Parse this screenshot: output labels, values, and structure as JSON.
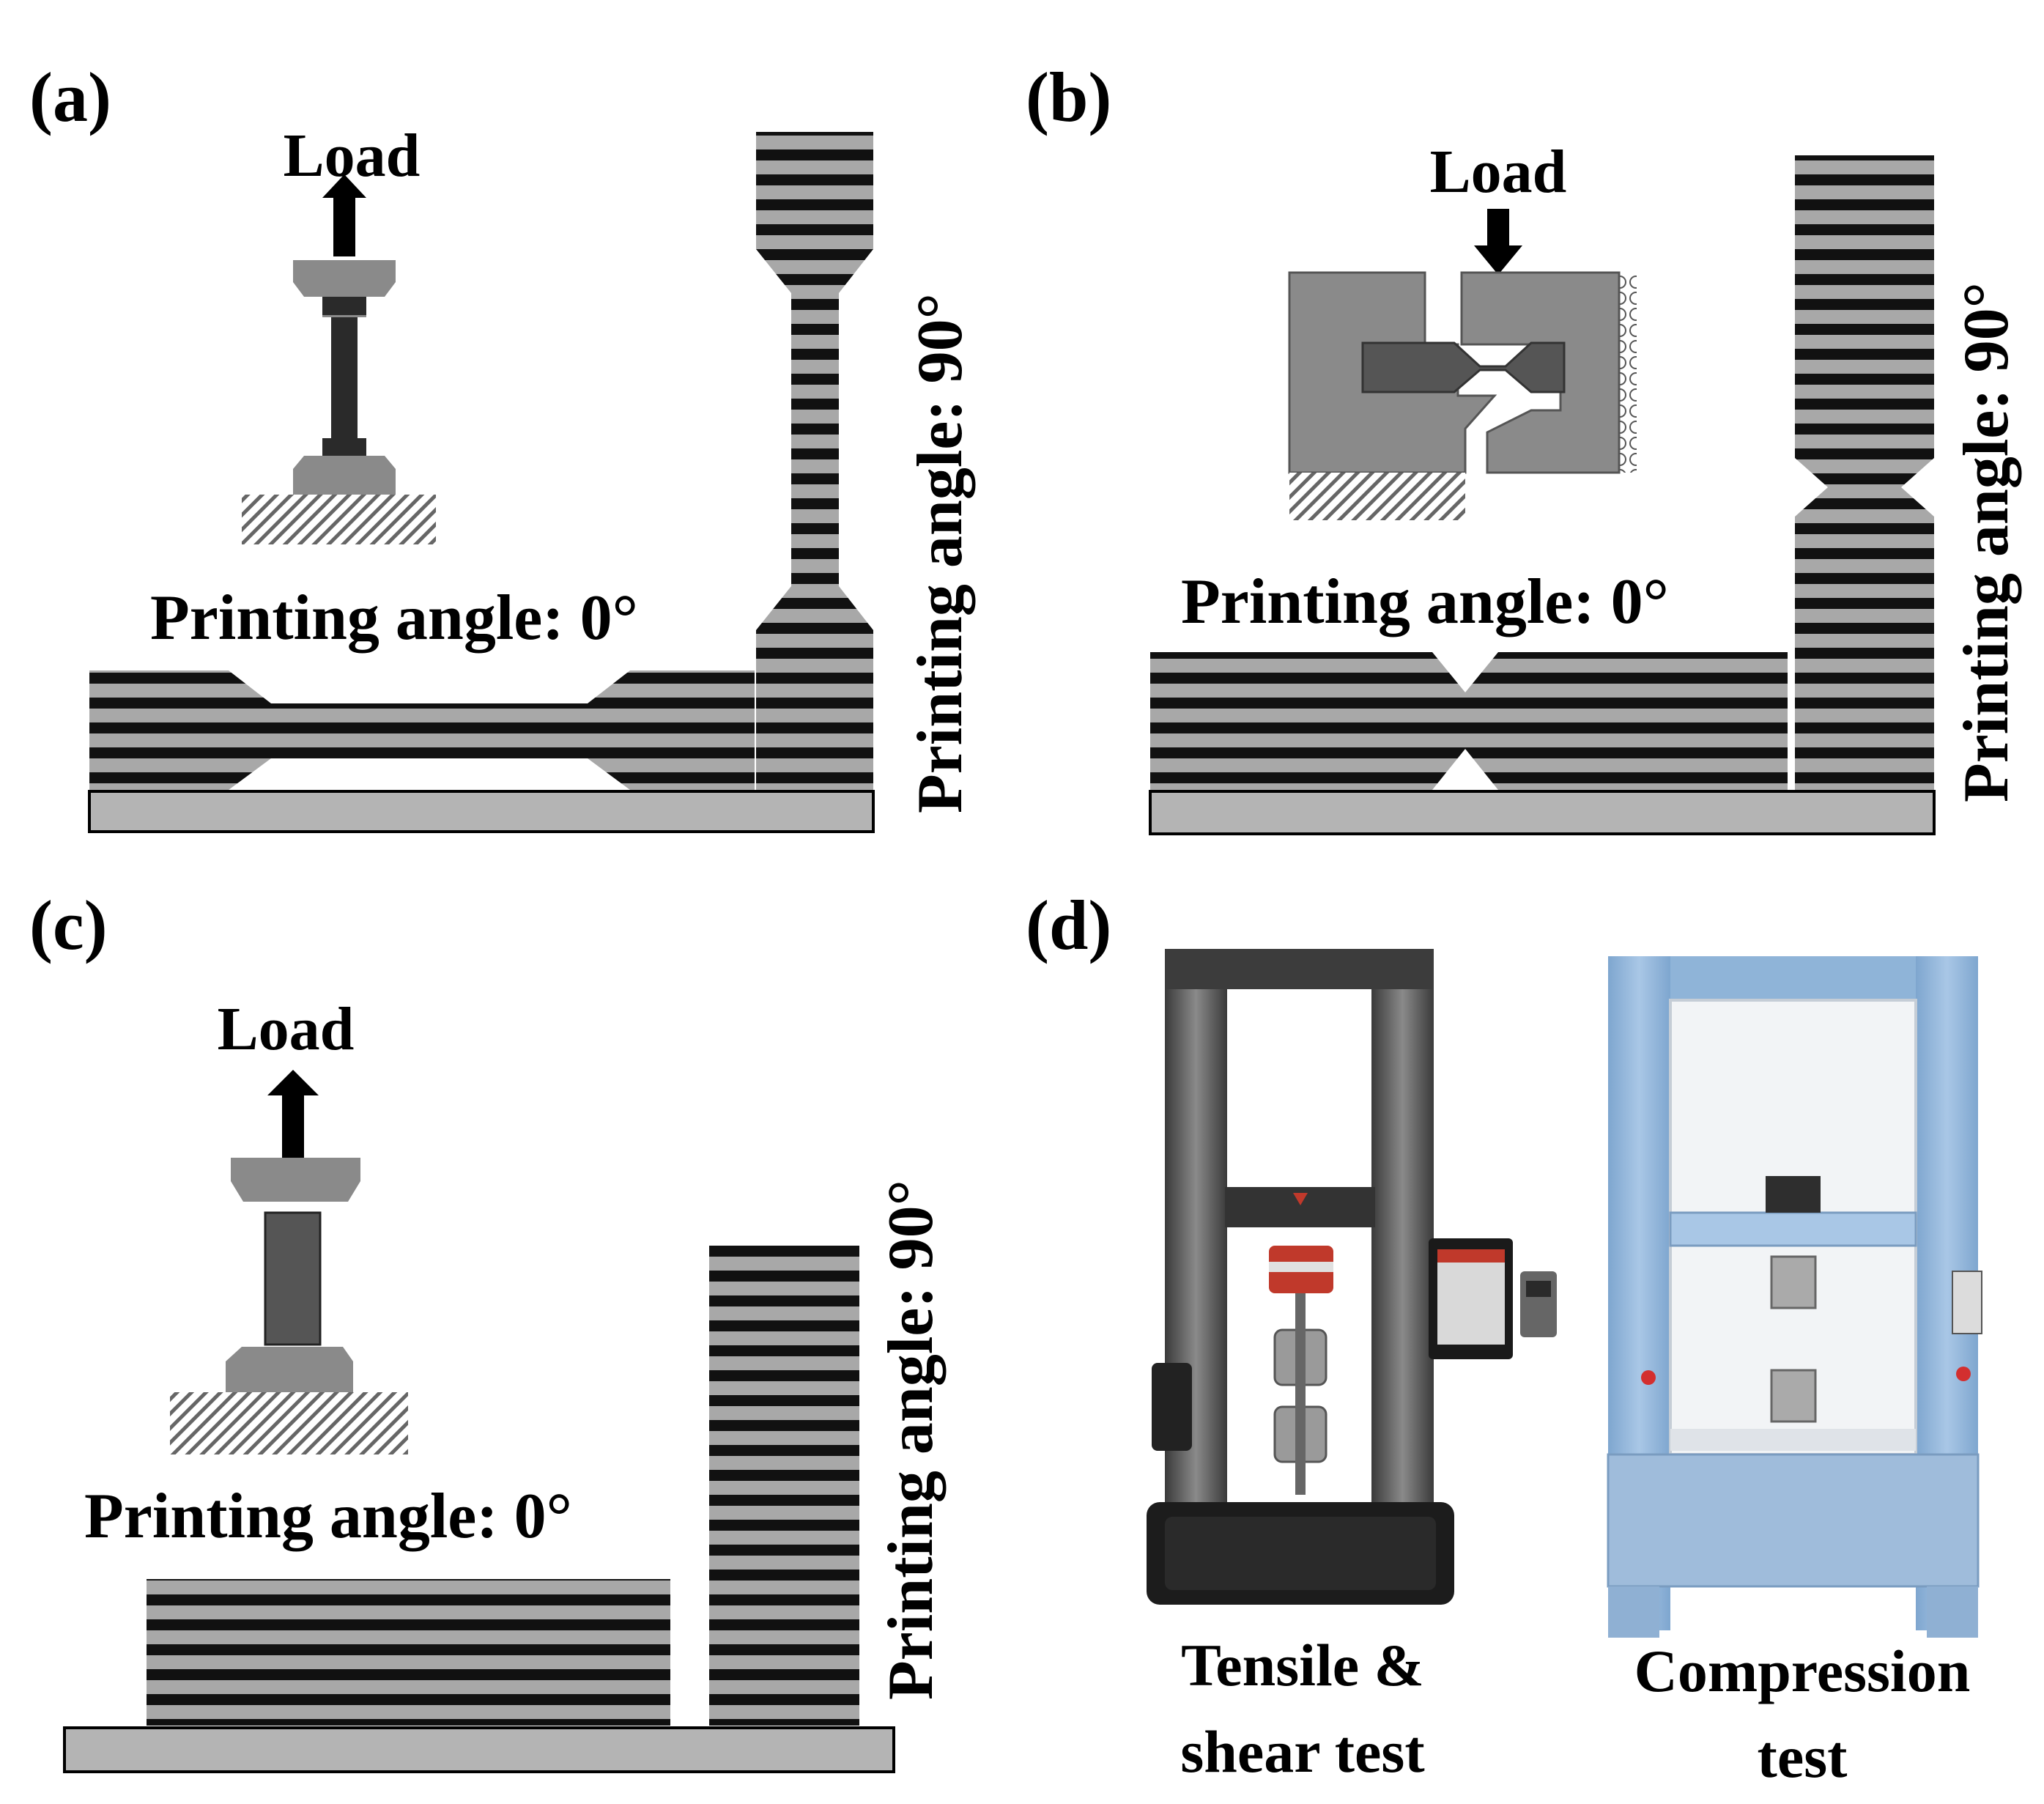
{
  "panels": {
    "a": {
      "label": "(a)",
      "load": "Load",
      "angle0": "Printing angle: 0°",
      "angle90": "Printing angle:   90°"
    },
    "b": {
      "label": "(b)",
      "load": "Load",
      "angle0": "Printing angle: 0°",
      "angle90": "Printing angle:   90°"
    },
    "c": {
      "label": "(c)",
      "load": "Load",
      "angle0": "Printing angle: 0°",
      "angle90": "Printing angle:   90°"
    },
    "d": {
      "label": "(d)",
      "machine1": {
        "line1": "Tensile &",
        "line2": "shear test"
      },
      "machine2": {
        "line1": "Compression",
        "line2": "test"
      }
    }
  },
  "colors": {
    "stripe_dark": "#111111",
    "stripe_light": "#a8a8a8",
    "fixture": "#8a8a8a",
    "specimen": "#2a2a2a",
    "bed": "#b4b4b4",
    "frame_blue": "#8fb4d8"
  }
}
